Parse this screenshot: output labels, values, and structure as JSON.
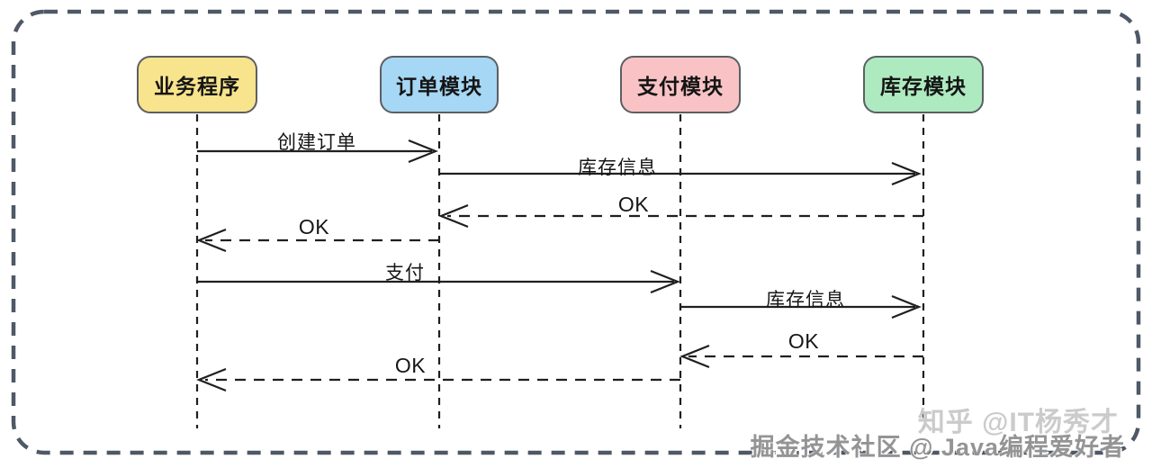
{
  "diagram": {
    "actors": [
      {
        "id": "business-program",
        "label": "业务程序",
        "fill": "#F8E48D"
      },
      {
        "id": "order-module",
        "label": "订单模块",
        "fill": "#A6D7F4"
      },
      {
        "id": "payment-module",
        "label": "支付模块",
        "fill": "#F9C3C6"
      },
      {
        "id": "inventory-module",
        "label": "库存模块",
        "fill": "#AEEAC0"
      }
    ],
    "messages": [
      {
        "label": "创建订单",
        "from": "业务程序",
        "to": "订单模块",
        "line": "solid"
      },
      {
        "label": "库存信息",
        "from": "订单模块",
        "to": "库存模块",
        "line": "solid"
      },
      {
        "label": "OK",
        "from": "库存模块",
        "to": "订单模块",
        "line": "dashed"
      },
      {
        "label": "OK",
        "from": "订单模块",
        "to": "业务程序",
        "line": "dashed"
      },
      {
        "label": "支付",
        "from": "业务程序",
        "to": "支付模块",
        "line": "solid"
      },
      {
        "label": "库存信息",
        "from": "支付模块",
        "to": "库存模块",
        "line": "solid"
      },
      {
        "label": "OK",
        "from": "库存模块",
        "to": "支付模块",
        "line": "dashed"
      },
      {
        "label": "OK",
        "from": "支付模块",
        "to": "业务程序",
        "line": "dashed"
      }
    ],
    "colors": {
      "line": "#1f1f1f",
      "frame": "#4e5866",
      "actor_border": "#5b5f63"
    }
  },
  "watermarks": {
    "line1": "知乎 @IT杨秀才",
    "line2": "掘金技术社区 @ Java编程爱好者"
  }
}
